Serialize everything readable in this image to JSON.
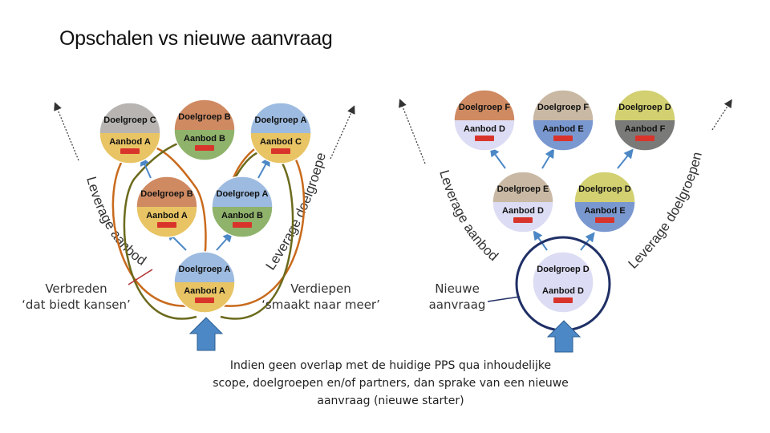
{
  "title": "Opschalen vs nieuwe aanvraag",
  "captions": {
    "verbreden": [
      "Verbreden",
      "‘dat biedt kansen’"
    ],
    "verdiepen": [
      "Verdiepen",
      "‘smaakt naar meer’"
    ],
    "nieuwe": [
      "Nieuwe",
      "aanvraag"
    ]
  },
  "note": "Indien geen overlap met de  huidige PPS qua inhoudelijke scope, doelgroepen en/of partners, dan sprake van een nieuwe aanvraag (nieuwe starter)",
  "arc_labels": {
    "left_aanbod": "Leverage aanbod",
    "left_doelgroepen": "Leverage doelgroepen",
    "right_aanbod": "Leverage aanbod",
    "right_doelgroepen": "Leverage doelgroepen"
  },
  "colors": {
    "grey": "#b7b4b2",
    "orange": "#cf8a62",
    "blue": "#9dbbe0",
    "tan": "#c9b9a4",
    "yellow": "#d2d070",
    "aanbod_yellow": "#e8c464",
    "aanbod_green": "#8fb36b",
    "aanbod_lilac": "#dcdcf4",
    "aanbod_blue": "#7a98d0",
    "aanbod_dark": "#7a7a78",
    "arrow_blue": "#4c88c6",
    "line_orange": "#c96a1c",
    "line_olive": "#6b6a1c"
  },
  "circles": [
    {
      "id": "l-top-1",
      "top": "Doelgroep C",
      "bottom": "Aanbod A",
      "top_color": "grey",
      "bottom_color": "aanbod_yellow"
    },
    {
      "id": "l-top-2",
      "top": "Doelgroep B",
      "bottom": "Aanbod B",
      "top_color": "orange",
      "bottom_color": "aanbod_green"
    },
    {
      "id": "l-top-3",
      "top": "Doelgroep A",
      "bottom": "Aanbod C",
      "top_color": "blue",
      "bottom_color": "aanbod_yellow"
    },
    {
      "id": "l-mid-1",
      "top": "Doelgroep B",
      "bottom": "Aanbod A",
      "top_color": "orange",
      "bottom_color": "aanbod_yellow"
    },
    {
      "id": "l-mid-2",
      "top": "Doelgroep A",
      "bottom": "Aanbod B",
      "top_color": "blue",
      "bottom_color": "aanbod_green"
    },
    {
      "id": "l-base",
      "top": "Doelgroep A",
      "bottom": "Aanbod A",
      "top_color": "blue",
      "bottom_color": "aanbod_yellow"
    },
    {
      "id": "r-top-1",
      "top": "Doelgroep F",
      "bottom": "Aanbod D",
      "top_color": "orange",
      "bottom_color": "aanbod_lilac"
    },
    {
      "id": "r-top-2",
      "top": "Doelgroep F",
      "bottom": "Aanbod E",
      "top_color": "tan",
      "bottom_color": "aanbod_blue"
    },
    {
      "id": "r-top-3",
      "top": "Doelgroep D",
      "bottom": "Aanbod F",
      "top_color": "yellow",
      "bottom_color": "aanbod_dark"
    },
    {
      "id": "r-mid-1",
      "top": "Doelgroep E",
      "bottom": "Aanbod D",
      "top_color": "tan",
      "bottom_color": "aanbod_lilac"
    },
    {
      "id": "r-mid-2",
      "top": "Doelgroep D",
      "bottom": "Aanbod E",
      "top_color": "yellow",
      "bottom_color": "aanbod_blue"
    },
    {
      "id": "r-base",
      "top": "Doelgroep D",
      "bottom": "Aanbod D",
      "top_color": "aanbod_lilac",
      "bottom_color": "aanbod_lilac"
    }
  ]
}
